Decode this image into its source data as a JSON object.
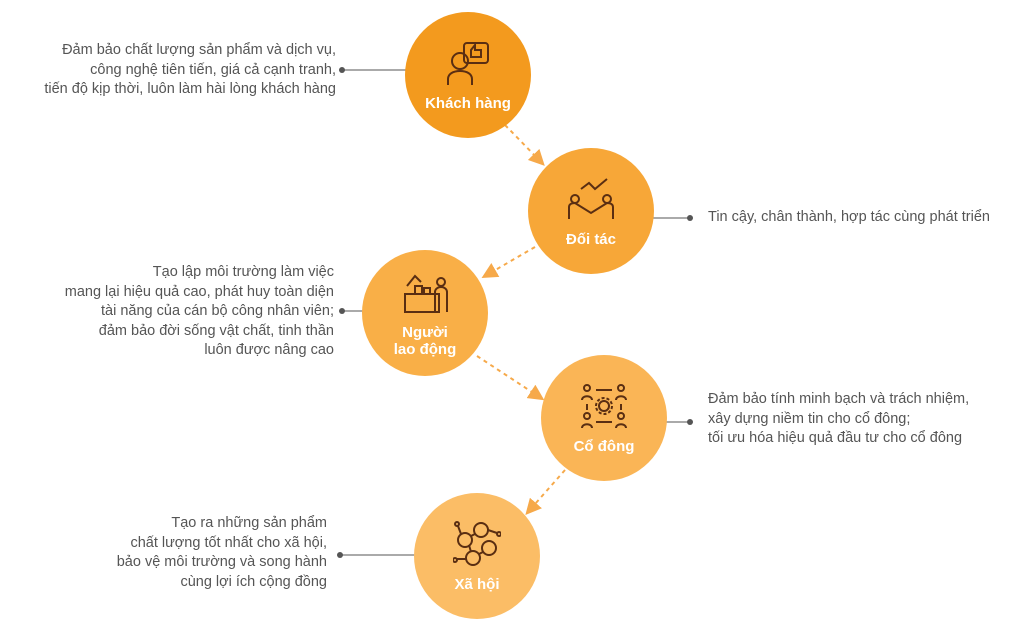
{
  "colors": {
    "c1": "#f39a1e",
    "c2": "#f7a738",
    "c3": "#f9af47",
    "c4": "#fab556",
    "c5": "#fbbd66",
    "icon": "#5a2e12",
    "line": "#777",
    "arrow": "#f6a94a"
  },
  "nodes": [
    {
      "label": "Khách hàng",
      "icon": "customer-thumbs-up-icon",
      "desc": "Đảm bảo chất lượng sản phẩm và dịch vụ,\ncông nghệ tiên tiến, giá cả cạnh tranh,\ntiến độ kịp thời, luôn làm hài lòng khách hàng"
    },
    {
      "label": "Đối tác",
      "icon": "handshake-growth-icon",
      "desc": "Tin cậy, chân thành, hợp tác cùng phát triển"
    },
    {
      "label": "Người\nlao động",
      "icon": "factory-worker-icon",
      "desc": "Tạo lập môi trường làm việc\nmang lại hiệu quả cao, phát huy toàn diện\ntài năng của cán bộ công nhân viên;\nđảm bảo đời sống vật chất, tinh thần\nluôn được nâng cao"
    },
    {
      "label": "Cổ đông",
      "icon": "shareholders-gear-icon",
      "desc": "Đảm bảo tính minh bạch và trách nhiệm,\nxây dựng niềm tin cho cổ đông;\ntối ưu hóa hiệu quả đầu tư cho cổ đông"
    },
    {
      "label": "Xã hội",
      "icon": "social-network-icon",
      "desc": "Tạo ra những sản phẩm\nchất lượng tốt nhất cho xã hội,\nbảo vệ môi trường và song hành\ncùng lợi ích cộng đồng"
    }
  ]
}
